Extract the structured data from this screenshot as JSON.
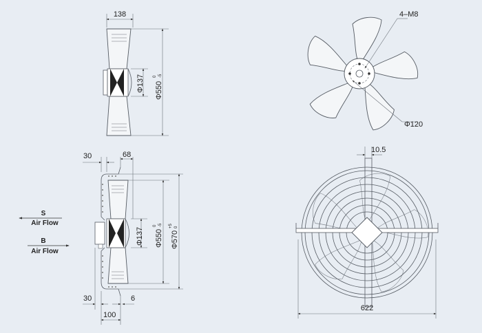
{
  "title": "Axial fan dimension drawing",
  "side_view_top": {
    "depth": "138",
    "hub_diameter": "Φ137",
    "blade_diameter": "Φ550",
    "blade_diameter_tol_upper": "0",
    "blade_diameter_tol_lower": "-5"
  },
  "front_view_top": {
    "mounting": "4–M8",
    "bolt_circle": "Φ120"
  },
  "side_view_bottom": {
    "guard_offset_top": "30",
    "top_depth": "68",
    "hub_diameter": "Φ137",
    "blade_diameter": "Φ550",
    "blade_diameter_tol_upper": "0",
    "blade_diameter_tol_lower": "-5",
    "guard_diameter": "Φ570",
    "guard_diameter_tol_upper": "+5",
    "guard_diameter_tol_lower": "0",
    "guard_offset_bottom": "30",
    "flange_thickness": "6",
    "bottom_depth": "100"
  },
  "airflow": [
    {
      "label": "S",
      "text": "Air Flow",
      "direction": "left"
    },
    {
      "label": "B",
      "text": "Air Flow",
      "direction": "right"
    }
  ],
  "front_view_bottom": {
    "bar_width": "10.5",
    "overall_width": "622"
  }
}
